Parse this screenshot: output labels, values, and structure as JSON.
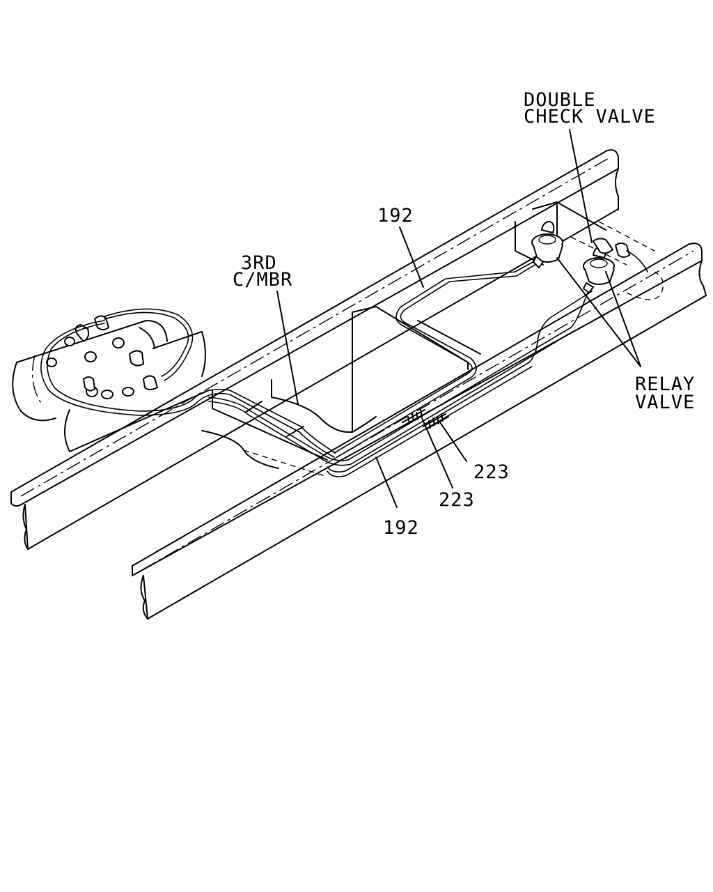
{
  "labels": {
    "double_check_valve_line1": "DOUBLE",
    "double_check_valve_line2": "CHECK VALVE",
    "third_cmbr_line1": "3RD",
    "third_cmbr_line2": "C/MBR",
    "relay_valve_line1": "RELAY",
    "relay_valve_line2": "VALVE",
    "part_192_upper": "192",
    "part_192_lower": "192",
    "part_223_right": "223",
    "part_223_left": "223"
  }
}
